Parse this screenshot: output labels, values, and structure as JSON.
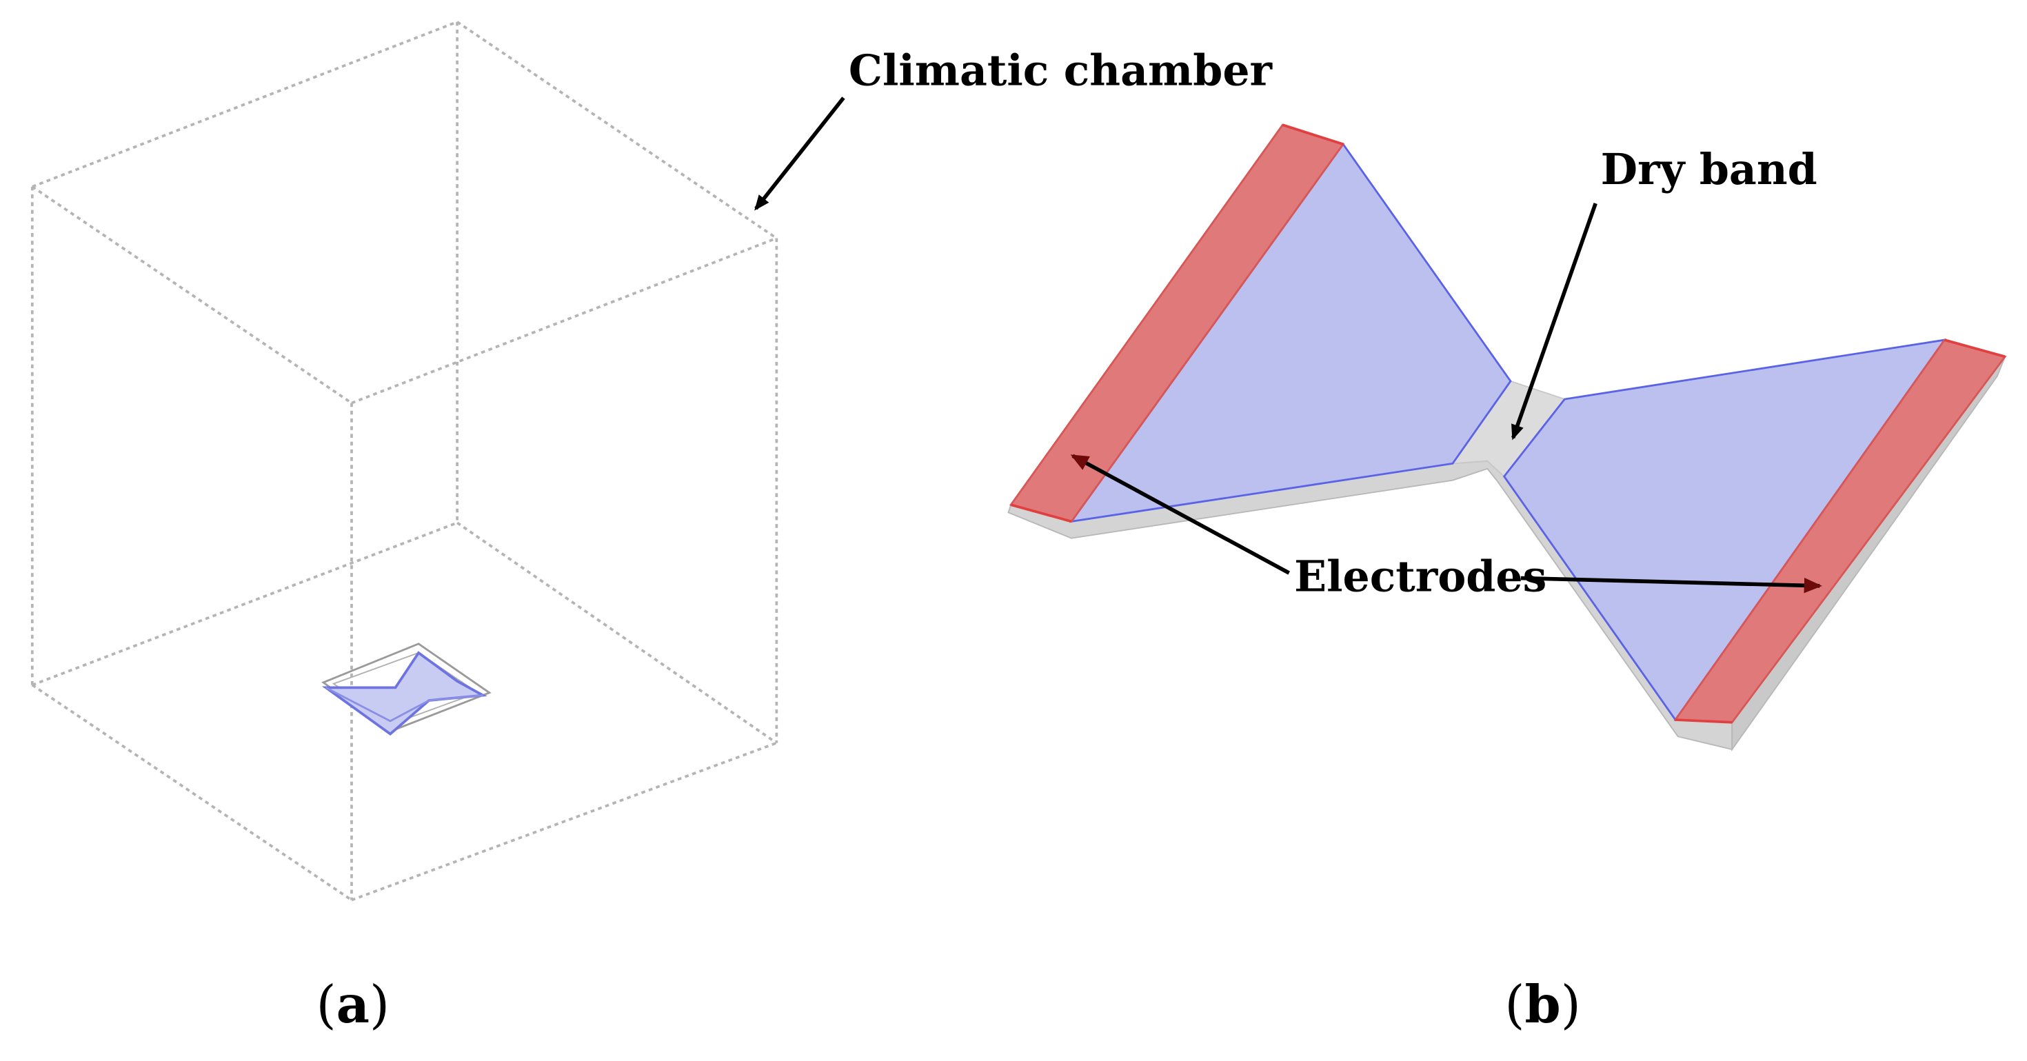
{
  "panel_a": {
    "callout": "Climatic chamber",
    "caption_open": "(",
    "caption_letter": "a",
    "caption_close": ")"
  },
  "panel_b": {
    "callout_dry_band": "Dry band",
    "callout_electrodes": "Electrodes",
    "caption_open": "(",
    "caption_letter": "b",
    "caption_close": ")"
  },
  "colors": {
    "electrode": "#e07a7a",
    "wet_surface": "#bcc0ee",
    "substrate": "#d2d2d2",
    "chamber_edge": "#b4b4b4"
  }
}
